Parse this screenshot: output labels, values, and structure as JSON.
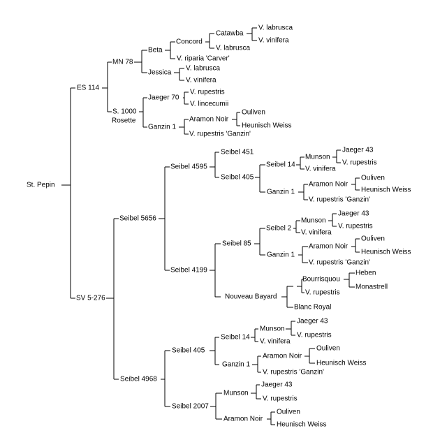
{
  "colors": {
    "background": "#ffffff",
    "ink": "#000000"
  },
  "labels": {
    "st_pepin": "St. Pepin",
    "es_114": "ES 114",
    "mn_78": "MN 78",
    "beta": "Beta",
    "concord": "Concord",
    "catawba": "Catawba",
    "v_labrusca_1": "V. labrusca",
    "v_vinifera_1": "V. vinifera",
    "v_labrusca_2": "V. labrusca",
    "v_riparia_carver": "V. riparia 'Carver'",
    "jessica": "Jessica",
    "v_labrusca_3": "V. labrusca",
    "v_vinifera_2": "V. vinifera",
    "s_1000_line1": "S. 1000",
    "s_1000_line2": "Rosette",
    "jaeger_70": "Jaeger 70",
    "v_rupestris_1": "V. rupestris",
    "v_lincecumii": "V. lincecumii",
    "ganzin_1_a": "Ganzin 1",
    "aramon_noir_a": "Aramon Noir",
    "ouliven_a": "Ouliven",
    "heunisch_weiss_a": "Heunisch Weiss",
    "v_rupestris_ganzin_a": "V. rupestris 'Ganzin'",
    "sv_5_276": "SV 5-276",
    "seibel_5656": "Seibel 5656",
    "seibel_4595": "Seibel 4595",
    "seibel_451": "Seibel 451",
    "seibel_405_a": "Seibel 405",
    "seibel_14_a": "Seibel 14",
    "munson_a": "Munson",
    "jaeger_43_a": "Jaeger 43",
    "v_rupestris_2": "V. rupestris",
    "v_vinifera_3": "V. vinifera",
    "ganzin_1_b": "Ganzin 1",
    "aramon_noir_b": "Aramon Noir",
    "ouliven_b": "Ouliven",
    "heunisch_weiss_b": "Heunisch Weiss",
    "v_rupestris_ganzin_b": "V. rupestris 'Ganzin'",
    "seibel_4199": "Seibel 4199",
    "seibel_85": "Seibel 85",
    "seibel_2": "Seibel 2",
    "munson_b": "Munson",
    "jaeger_43_b": "Jaeger 43",
    "v_rupestris_3": "V. rupestris",
    "v_vinifera_4": "V. vinifera",
    "ganzin_1_c": "Ganzin 1",
    "aramon_noir_c": "Aramon Noir",
    "ouliven_c": "Ouliven",
    "heunisch_weiss_c": "Heunisch Weiss",
    "v_rupestris_ganzin_c": "V. rupestris 'Ganzin'",
    "nouveau_bayard": "Nouveau Bayard",
    "bourrisquou": "Bourrisquou",
    "heben": "Heben",
    "monastrell": "Monastrell",
    "v_rupestris_4": "V. rupestris",
    "blanc_royal": "Blanc Royal",
    "seibel_4968": "Seibel 4968",
    "seibel_405_b": "Seibel 405",
    "seibel_14_b": "Seibel 14",
    "munson_c": "Munson",
    "jaeger_43_c": "Jaeger 43",
    "v_rupestris_5": "V. rupestris",
    "v_vinifera_5": "V. vinifera",
    "ganzin_1_d": "Ganzin 1",
    "aramon_noir_d": "Aramon Noir",
    "ouliven_d": "Ouliven",
    "heunisch_weiss_d": "Heunisch Weiss",
    "v_rupestris_ganzin_d": "V. rupestris 'Ganzin'",
    "seibel_2007": "Seibel 2007",
    "munson_d": "Munson",
    "jaeger_43_d": "Jaeger 43",
    "v_rupestris_6": "V. rupestris",
    "aramon_noir_e": "Aramon Noir",
    "ouliven_e": "Ouliven",
    "heunisch_weiss_e": "Heunisch Weiss"
  }
}
